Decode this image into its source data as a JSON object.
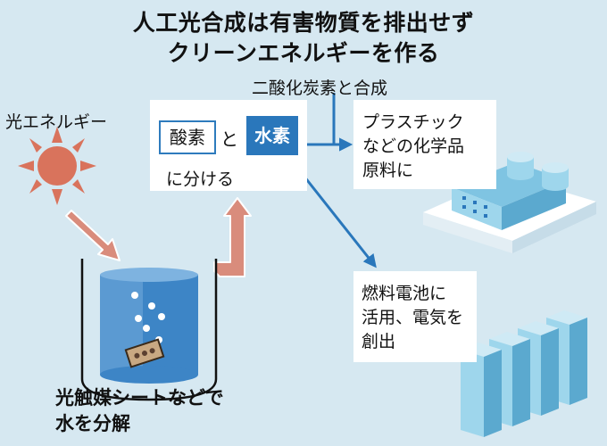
{
  "title": {
    "line1": "人工光合成は有害物質を排出せず",
    "line2": "クリーンエネルギーを作る"
  },
  "co2_label": "二酸化炭素と合成",
  "light_label": "光エネルギー",
  "center_box": {
    "oxygen": "酸素",
    "and": "と",
    "hydrogen": "水素",
    "split": "に分ける"
  },
  "plastic_box": [
    "プラスチック",
    "などの化学品",
    "原料に"
  ],
  "fuel_box": [
    "燃料電池に",
    "活用、電気を",
    "創出"
  ],
  "catalyst_label": [
    "光触媒シートなどで",
    "水を分解"
  ],
  "colors": {
    "background": "#d6e8f1",
    "arrow": "#d98c7c",
    "blue_arrow": "#2a77bb",
    "sun": "#d9735c",
    "hydrogen_fill": "#2a77bb",
    "building": "#9ed6ec"
  }
}
